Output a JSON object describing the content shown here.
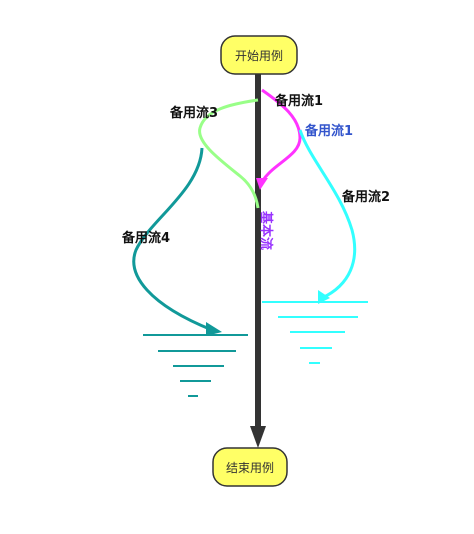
{
  "nodes": {
    "start": "开始用例",
    "end": "结束用例"
  },
  "labels": {
    "basic_flow": "基本流",
    "alt1_left": "备用流1",
    "alt1_right": "备用流1",
    "alt2": "备用流2",
    "alt3": "备用流3",
    "alt4": "备用流4"
  },
  "colors": {
    "basic": "#333333",
    "alt1": "#ff33ff",
    "alt2": "#33ffff",
    "alt3": "#99ff88",
    "alt4": "#119999",
    "node_fill": "#ffff66",
    "label_dark": "#111111",
    "label_blue": "#3355cc",
    "label_purple": "#9933ff"
  }
}
